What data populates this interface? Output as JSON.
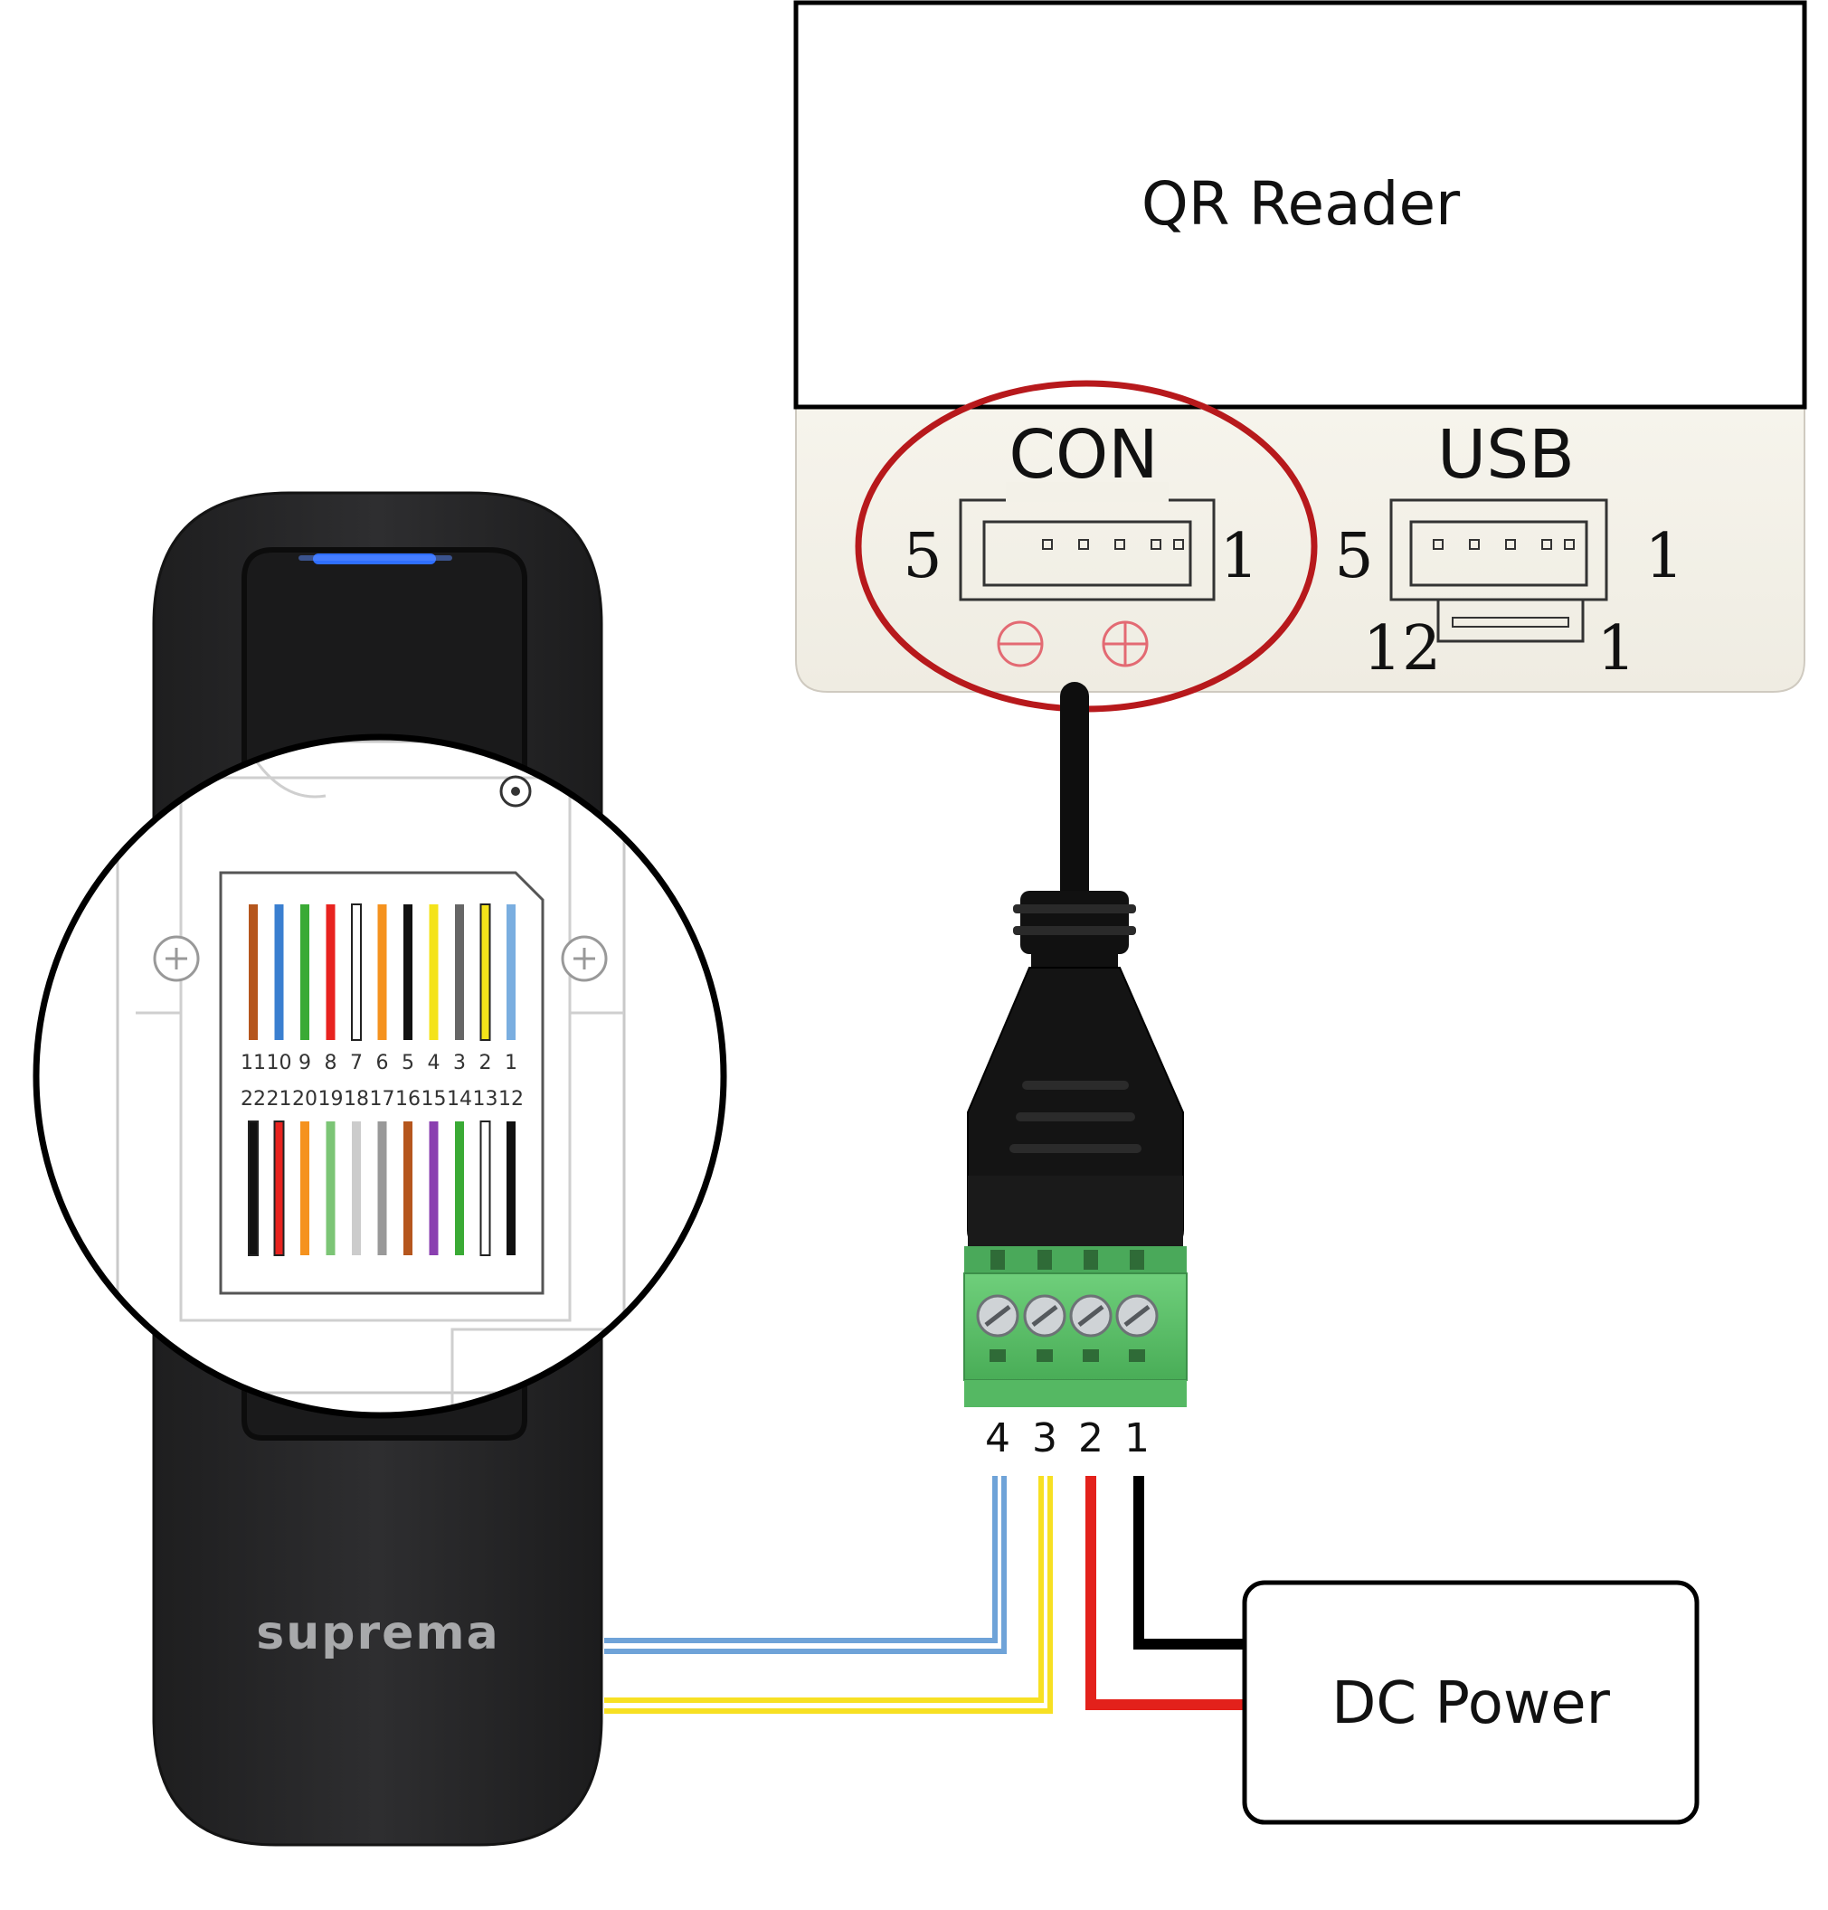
{
  "qr_reader": {
    "title": "QR Reader",
    "con_label": "CON",
    "usb_label": "USB",
    "con_pin_left": "5",
    "con_pin_right": "1",
    "usb_pin_left": "5",
    "usb_pin_right": "1",
    "usb_sub_pin_left": "12",
    "usb_sub_pin_right": "1",
    "minus_symbol": "minus-circle-icon",
    "plus_symbol": "plus-circle-icon",
    "highlight_color": "#b7191c"
  },
  "reader_device": {
    "brand": "suprema",
    "body_color": "#2a2a2b",
    "led_color": "#2f6fff",
    "pin_numbers_top": [
      "11",
      "10",
      "9",
      "8",
      "7",
      "6",
      "5",
      "4",
      "3",
      "2",
      "1"
    ],
    "pin_numbers_bottom": [
      "22",
      "21",
      "20",
      "19",
      "18",
      "17",
      "16",
      "15",
      "14",
      "13",
      "12"
    ],
    "wire_colors_top": [
      "#b5561d",
      "#3a7fd0",
      "#3aaa35",
      "#e8231f",
      "#ffffff",
      "#f5921e",
      "#111111",
      "#f4e31a",
      "#666666",
      "#f4e31a",
      "#7aaee0"
    ],
    "wire_stripes_top": [
      false,
      false,
      false,
      false,
      true,
      false,
      false,
      false,
      false,
      true,
      false
    ],
    "wire_colors_bottom": [
      "#111111",
      "#e8231f",
      "#f5921e",
      "#7cc576",
      "#cccccc",
      "#999999",
      "#b5561d",
      "#8a3fb0",
      "#3aaa35",
      "#ffffff",
      "#111111"
    ],
    "wire_stripes_bottom": [
      true,
      true,
      false,
      false,
      false,
      false,
      false,
      false,
      false,
      true,
      false
    ]
  },
  "terminal_block": {
    "pins": [
      "4",
      "3",
      "2",
      "1"
    ],
    "green_color": "#5fc26d"
  },
  "wires": {
    "pin4_color": "#6fa3d8",
    "pin3_color": "#f7e023",
    "pin2_color": "#e3211b",
    "pin1_color": "#000000"
  },
  "dc_power": {
    "label": "DC Power"
  }
}
